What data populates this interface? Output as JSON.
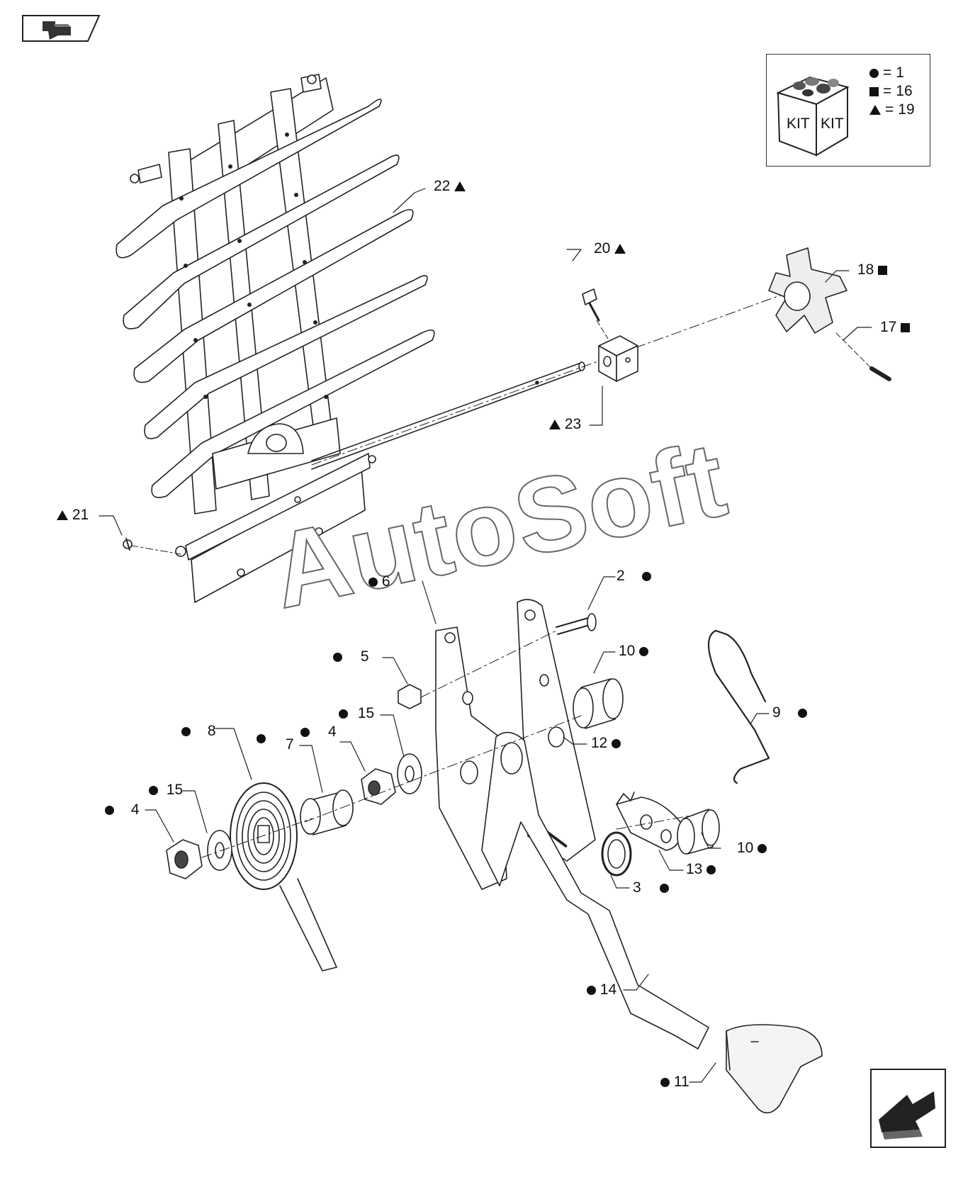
{
  "watermark": "AutoSoft",
  "kit_legend": {
    "kit_label_left": "KIT",
    "kit_label_right": "KIT",
    "rows": [
      {
        "marker": "circle",
        "value": "1"
      },
      {
        "marker": "square",
        "value": "16"
      },
      {
        "marker": "triangle",
        "value": "19"
      }
    ]
  },
  "callouts": [
    {
      "id": "c22",
      "number": "22",
      "marker": "triangle"
    },
    {
      "id": "c20",
      "number": "20",
      "marker": "triangle"
    },
    {
      "id": "c18",
      "number": "18",
      "marker": "square"
    },
    {
      "id": "c17",
      "number": "17",
      "marker": "square"
    },
    {
      "id": "c23",
      "number": "23",
      "marker": "triangle"
    },
    {
      "id": "c21",
      "number": "21",
      "marker": "triangle"
    },
    {
      "id": "c6",
      "number": "6",
      "marker": "circle"
    },
    {
      "id": "c2",
      "number": "2",
      "marker": "circle"
    },
    {
      "id": "c10a",
      "number": "10",
      "marker": "circle"
    },
    {
      "id": "c5",
      "number": "5",
      "marker": "circle"
    },
    {
      "id": "c9",
      "number": "9",
      "marker": "circle"
    },
    {
      "id": "c15a",
      "number": "15",
      "marker": "circle"
    },
    {
      "id": "c8",
      "number": "8",
      "marker": "circle"
    },
    {
      "id": "c7",
      "number": "7",
      "marker": "circle"
    },
    {
      "id": "c4a",
      "number": "4",
      "marker": "circle"
    },
    {
      "id": "c12",
      "number": "12",
      "marker": "circle"
    },
    {
      "id": "c15b",
      "number": "15",
      "marker": "circle"
    },
    {
      "id": "c4b",
      "number": "4",
      "marker": "circle"
    },
    {
      "id": "c10b",
      "number": "10",
      "marker": "circle"
    },
    {
      "id": "c13",
      "number": "13",
      "marker": "circle"
    },
    {
      "id": "c3",
      "number": "3",
      "marker": "circle"
    },
    {
      "id": "c14",
      "number": "14",
      "marker": "circle"
    },
    {
      "id": "c11",
      "number": "11",
      "marker": "circle"
    }
  ],
  "nav": {
    "top_left_icon": "back-arrow-icon",
    "bottom_right_icon": "forward-arrow-icon"
  }
}
